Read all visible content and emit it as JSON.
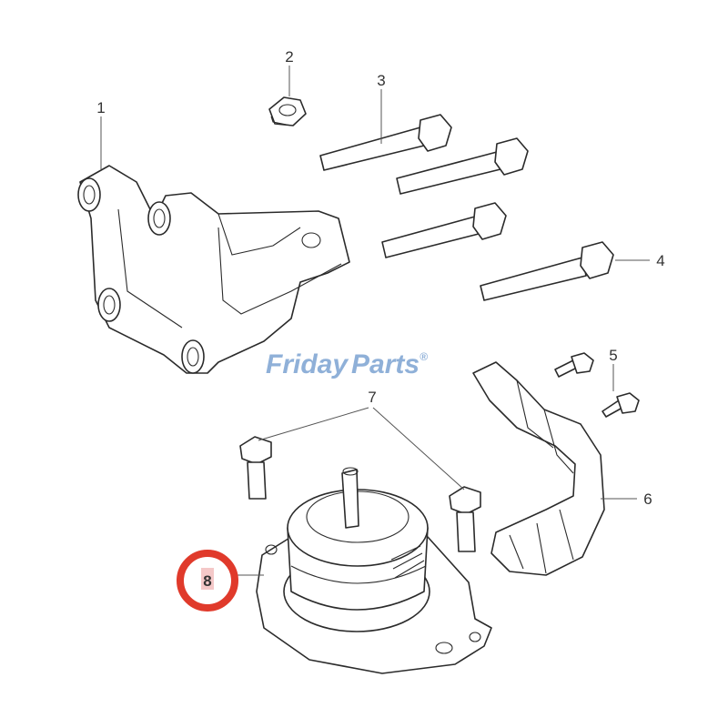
{
  "watermark": {
    "text_a": "Friday",
    "text_b": "Parts",
    "registered": "®",
    "color_a": "#8fb0d8",
    "color_b": "#8fb0d8"
  },
  "callouts": [
    "1",
    "2",
    "3",
    "4",
    "5",
    "6",
    "7",
    "8"
  ],
  "highlight": {
    "color": "#e03a2b",
    "target": "8"
  }
}
